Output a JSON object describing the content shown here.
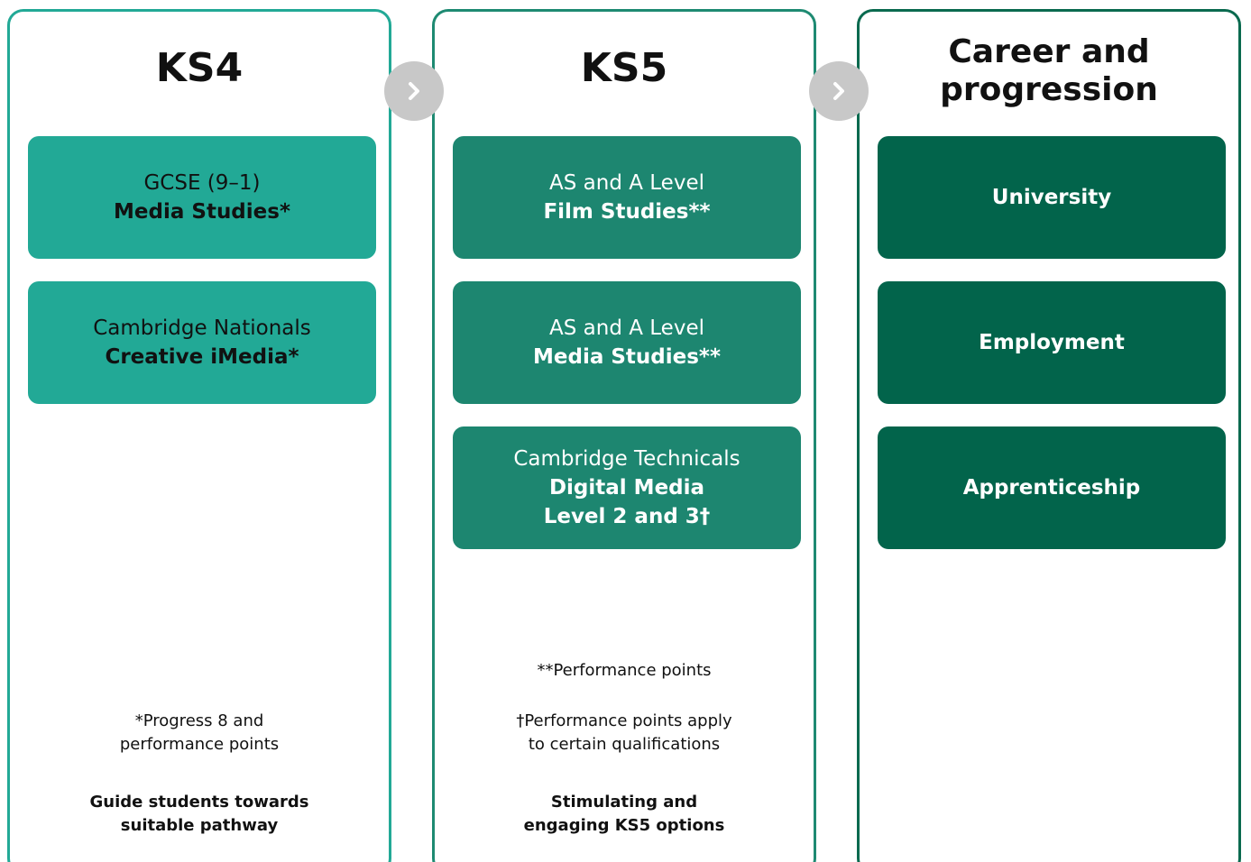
{
  "columns": [
    {
      "title": "KS4",
      "boxes": [
        {
          "line1": "GCSE (9–1)",
          "line2": "Media Studies*"
        },
        {
          "line1": "Cambridge Nationals",
          "line2": "Creative iMedia*"
        }
      ],
      "notes": {
        "progress_line1": "*Progress 8 and",
        "progress_line2": "performance points",
        "guide_line1": "Guide students towards",
        "guide_line2": "suitable pathway"
      }
    },
    {
      "title": "KS5",
      "boxes": [
        {
          "line1": "AS and A Level",
          "line2": "Film Studies**"
        },
        {
          "line1": "AS and A Level",
          "line2": "Media Studies**"
        },
        {
          "line1": "Cambridge Technicals",
          "line2": "Digital Media",
          "line3": "Level 2 and 3†"
        }
      ],
      "notes": {
        "perf_points": "**Performance points",
        "dagger_line1": "†Performance points apply",
        "dagger_line2": "to certain qualifications",
        "stim_line1": "Stimulating and",
        "stim_line2": "engaging KS5 options"
      }
    },
    {
      "title_line1": "Career and",
      "title_line2": "progression",
      "boxes": [
        {
          "label": "University"
        },
        {
          "label": "Employment"
        },
        {
          "label": "Apprenticeship"
        }
      ]
    }
  ],
  "icons": {
    "arrow1": "chevron-right-icon",
    "arrow2": "chevron-right-icon"
  },
  "colors": {
    "ks4_green": "#22a996",
    "ks5_green": "#1d8670",
    "career_green": "#02644b",
    "arrow_grey": "#c8c8c8"
  }
}
